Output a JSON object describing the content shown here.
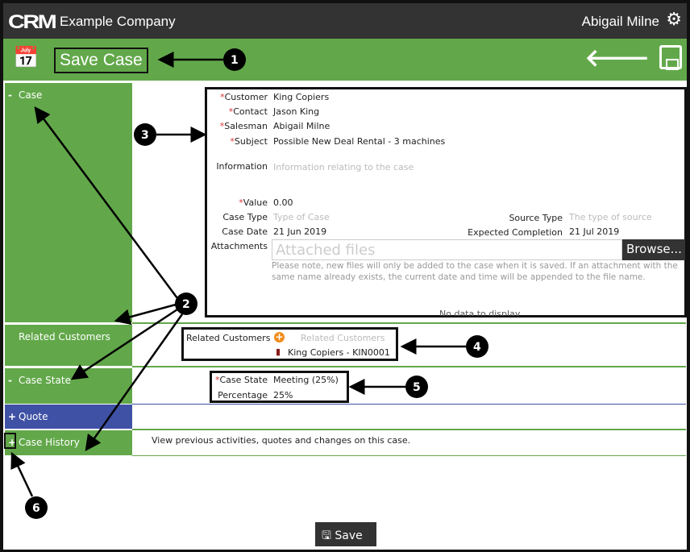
{
  "header": {
    "logo": "CRM",
    "company": "Example Company",
    "user": "Abigail Milne"
  },
  "toolbar": {
    "title": "Save Case"
  },
  "sections": {
    "case": {
      "sym": "-",
      "label": "Case"
    },
    "related": {
      "label": "Related Customers"
    },
    "state": {
      "sym": "-",
      "label": "Case State"
    },
    "quote": {
      "sym": "+",
      "label": "Quote"
    },
    "history": {
      "sym": "+",
      "label": "Case History",
      "desc": "View previous activities, quotes and changes on this case."
    }
  },
  "case_form": {
    "customer_label": "Customer",
    "customer": "King Copiers",
    "contact_label": "Contact",
    "contact": "Jason King",
    "salesman_label": "Salesman",
    "salesman": "Abigail Milne",
    "subject_label": "Subject",
    "subject": "Possible New Deal Rental - 3 machines",
    "information_label": "Information",
    "information_placeholder": "Information relating to the case",
    "value_label": "Value",
    "value": "0.00",
    "case_type_label": "Case Type",
    "case_type_placeholder": "Type of Case",
    "source_type_label": "Source Type",
    "source_type_placeholder": "The type of source",
    "case_date_label": "Case Date",
    "case_date": "21 Jun 2019",
    "expected_label": "Expected Completion",
    "expected": "21 Jul 2019",
    "attachments_label": "Attachments",
    "attachments_placeholder": "Attached files",
    "browse": "Browse...",
    "note": "Please note, new files will only be added to the case when it is saved. If an attachment with the same name already exists, the current date and time will be appended to the file name.",
    "no_data": "No data to display"
  },
  "related_form": {
    "label": "Related Customers",
    "placeholder": "Related Customers",
    "item": "King Copiers - KIN0001"
  },
  "state_form": {
    "state_label": "Case State",
    "state": "Meeting (25%)",
    "percentage_label": "Percentage",
    "percentage": "25%"
  },
  "footer": {
    "save": "Save"
  },
  "annotations": [
    "1",
    "2",
    "3",
    "4",
    "5",
    "6"
  ],
  "colors": {
    "green": "#62a84a",
    "dark": "#333333",
    "blue": "#3f51a5",
    "required": "#dd3333"
  }
}
